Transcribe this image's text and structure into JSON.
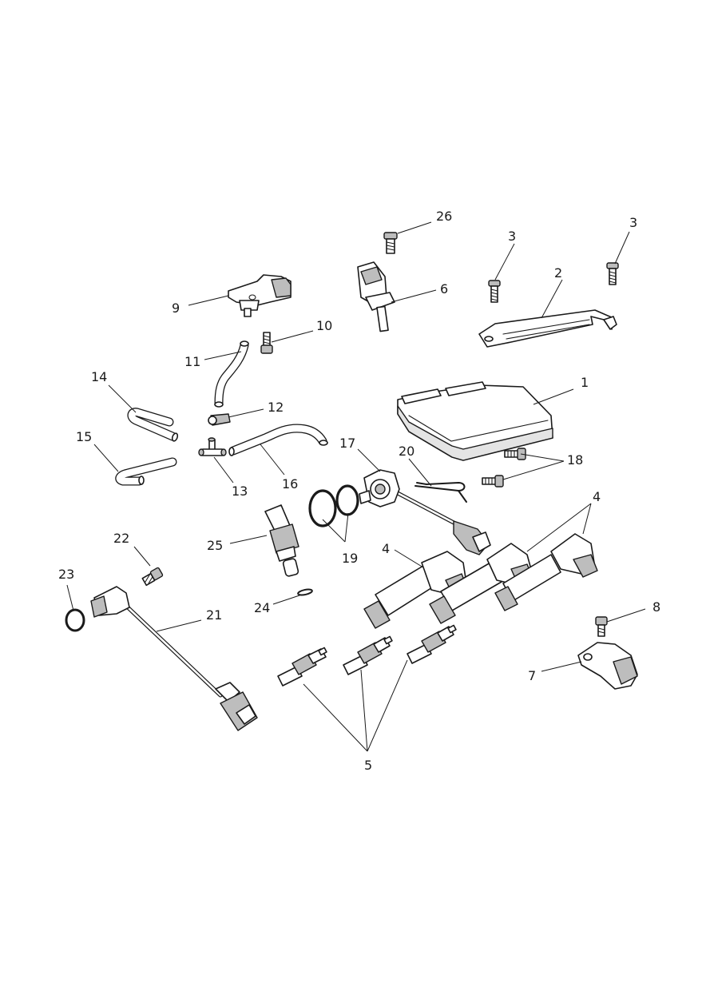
{
  "callouts": {
    "c1": "1",
    "c2": "2",
    "c3a": "3",
    "c3b": "3",
    "c4a": "4",
    "c4b": "4",
    "c5": "5",
    "c6": "6",
    "c7": "7",
    "c8": "8",
    "c9": "9",
    "c10": "10",
    "c11": "11",
    "c12": "12",
    "c13": "13",
    "c14": "14",
    "c15": "15",
    "c16": "16",
    "c17": "17",
    "c18": "18",
    "c19": "19",
    "c20": "20",
    "c21": "21",
    "c22": "22",
    "c23": "23",
    "c24": "24",
    "c25": "25",
    "c26": "26"
  }
}
